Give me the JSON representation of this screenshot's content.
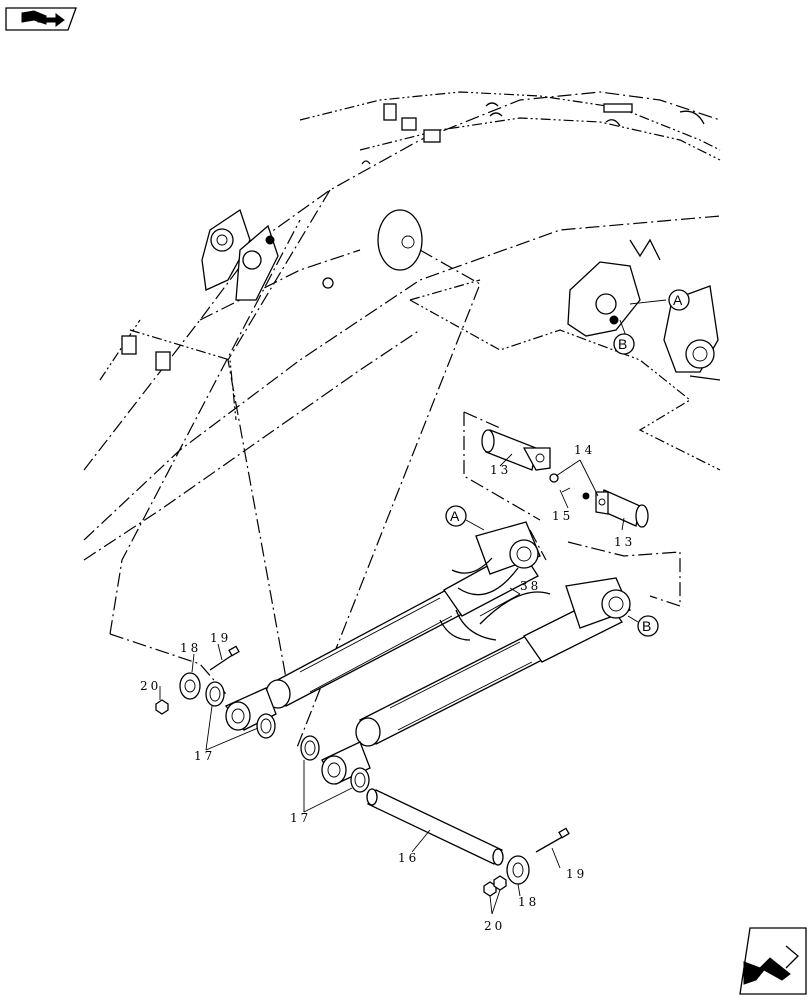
{
  "callouts": {
    "c13a": "13",
    "c13b": "13",
    "c14": "14",
    "c15": "15",
    "c16": "16",
    "c17a": "17",
    "c17b": "17",
    "c18a": "18",
    "c18b": "18",
    "c19a": "19",
    "c19b": "19",
    "c20a": "20",
    "c20b": "20",
    "c38": "38"
  },
  "refs": {
    "a_top": "A",
    "b_top": "B",
    "a_cyl": "A",
    "b_cyl": "B"
  },
  "icons": {
    "top_left": "book-icon",
    "bottom_right": "next-arrow-icon"
  }
}
